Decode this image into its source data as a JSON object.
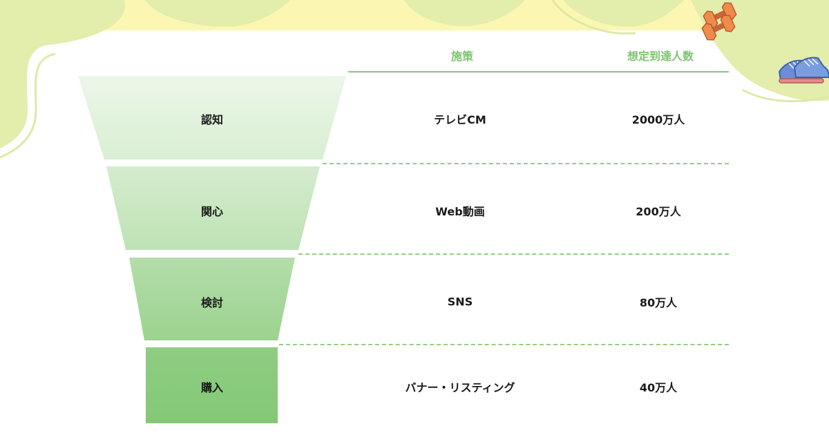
{
  "headers": {
    "measure": "施策",
    "reach": "想定到達人数"
  },
  "stages": [
    {
      "name": "認知",
      "measure": "テレビCM",
      "reach": "2000万人"
    },
    {
      "name": "関心",
      "measure": "Web動画",
      "reach": "200万人"
    },
    {
      "name": "検討",
      "measure": "SNS",
      "reach": "80万人"
    },
    {
      "name": "購入",
      "measure": "バナー・リスティング",
      "reach": "40万人"
    }
  ],
  "colors": {
    "accent": "#7cc470",
    "blob": "#e3edac",
    "band": "#fbf7b2",
    "dumbbell": "#f08c4a",
    "shoe": "#6b8fd6"
  },
  "icons": [
    "dumbbell-icon",
    "sneakers-icon"
  ]
}
